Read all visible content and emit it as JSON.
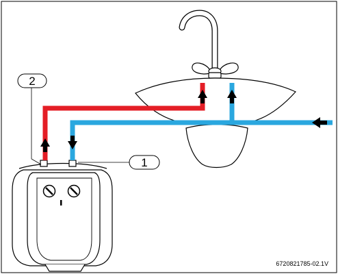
{
  "callouts": [
    {
      "label": "1"
    },
    {
      "label": "2"
    }
  ],
  "figure_id": "6720821785-02.1V",
  "colors": {
    "hot_pipe": "#e41e26",
    "cold_pipe": "#2aa7df",
    "outline": "#000000",
    "fixture_fill": "#ffffff"
  },
  "icons": [
    "faucet-icon",
    "water-heater-icon",
    "flow-arrow-icon"
  ]
}
